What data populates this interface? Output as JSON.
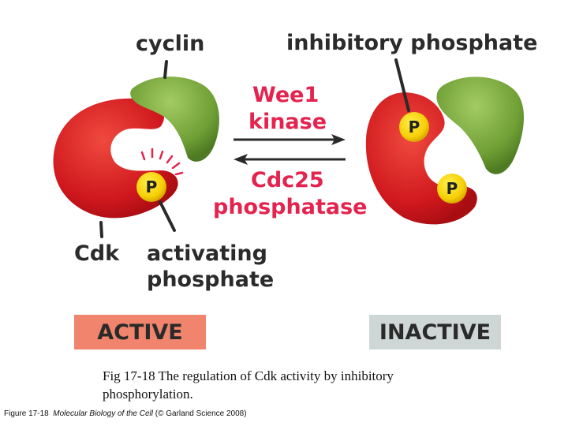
{
  "labels": {
    "cyclin": "cyclin",
    "inhibitory_phosphate": "inhibitory phosphate",
    "wee1_line1": "Wee1",
    "wee1_line2": "kinase",
    "cdc25_line1": "Cdc25",
    "cdc25_line2": "phosphatase",
    "cdk": "Cdk",
    "activating_line1": "activating",
    "activating_line2": "phosphate",
    "phosphate_symbol": "P"
  },
  "states": {
    "active": "ACTIVE",
    "inactive": "INACTIVE"
  },
  "caption": "Fig 17-18 The regulation of Cdk activity by inhibitory phosphorylation.",
  "credit": {
    "prefix": "Figure 17-18",
    "title": "Molecular Biology of the Cell",
    "suffix": "(© Garland Science 2008)"
  },
  "colors": {
    "cdk_red": "#d0181e",
    "cyclin_green": "#6f9f35",
    "phosphate_yellow": "#f6cf06",
    "pink_text": "#e5234f",
    "active_fill": "#f0846c",
    "inactive_fill": "#cfd6d6"
  }
}
